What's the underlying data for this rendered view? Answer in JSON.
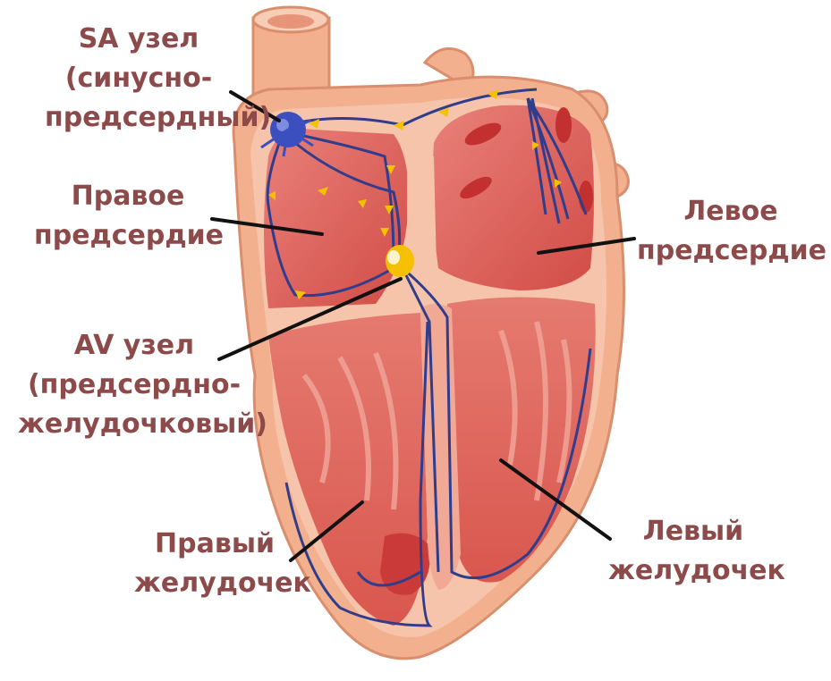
{
  "labels": {
    "sa_node": [
      "SA узел",
      "(синусно-",
      "предсердный)"
    ],
    "right_atrium": [
      "Правое",
      "предсердие"
    ],
    "av_node": [
      "AV узел",
      "(предсердно-",
      "желудочковый)"
    ],
    "right_ventricle": [
      "Правый",
      "желудочек"
    ],
    "left_atrium": [
      "Левое",
      "предсердие"
    ],
    "left_ventricle": [
      "Левый",
      "желудочек"
    ]
  },
  "colors": {
    "label_text": "#8c4a4a",
    "outer_wall": "#f3b08e",
    "inner_wall": "#f6c4ab",
    "chamber": "#e06a5e",
    "chamber_dark": "#cf4a44",
    "conduction_path": "#2f3d8c",
    "impulse_arrow": "#f2c200",
    "sa_node": "#3b4fbf",
    "av_node": "#f5c000",
    "pointer_line": "#111111"
  }
}
